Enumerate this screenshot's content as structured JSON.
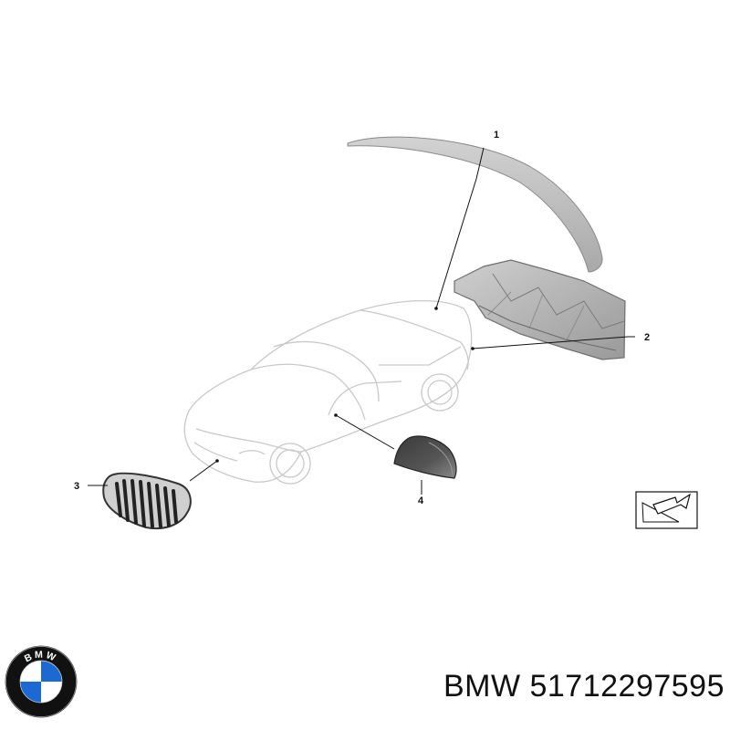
{
  "diagram": {
    "callouts": [
      {
        "number": "1",
        "part": "rear spoiler"
      },
      {
        "number": "2",
        "part": "rear diffuser"
      },
      {
        "number": "3",
        "part": "kidney grille"
      },
      {
        "number": "4",
        "part": "mirror cap"
      }
    ]
  },
  "logo": {
    "text": "BMW",
    "colors": {
      "blue": "#1c69d4",
      "ring": "#111111",
      "white": "#ffffff"
    }
  },
  "caption": {
    "brand": "BMW",
    "part_number": "51712297595"
  },
  "icons": [
    "direction-arrow-icon"
  ]
}
